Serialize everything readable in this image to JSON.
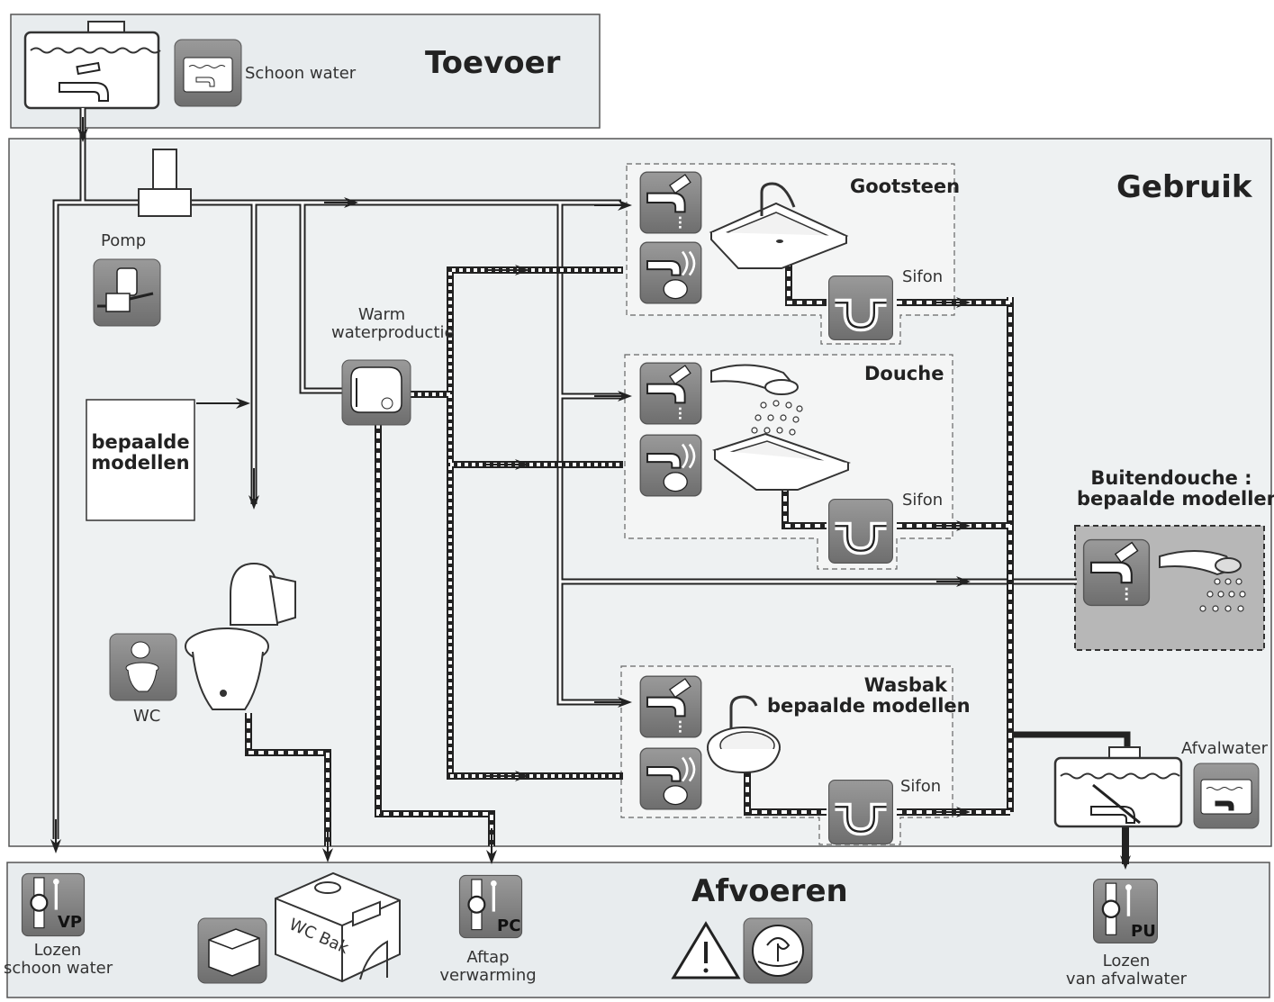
{
  "sections": {
    "supply": "Toevoer",
    "use": "Gebruik",
    "drain": "Afvoeren"
  },
  "supply": {
    "tank_label": "Schoon water"
  },
  "components": {
    "pump": "Pomp",
    "hot_water_line1": "Warm",
    "hot_water_line2": "waterproductie",
    "models_box_line1": "bepaalde",
    "models_box_line2": "modellen",
    "wc": "WC",
    "waste_water": "Afvalwater",
    "wc_tank": "WC Bak"
  },
  "fixtures": {
    "sink": {
      "title": "Gootsteen",
      "siphon": "Sifon"
    },
    "shower": {
      "title": "Douche",
      "siphon": "Sifon"
    },
    "washbasin": {
      "title_line1": "Wasbak",
      "title_line2": "bepaalde modellen",
      "siphon": "Sifon"
    },
    "outdoor_shower": {
      "title_line1": "Buitendouche :",
      "title_line2": "bepaalde modellen"
    }
  },
  "valves": {
    "vp": {
      "code": "VP",
      "line1": "Lozen",
      "line2": "schoon water"
    },
    "pc": {
      "code": "PC",
      "line1": "Aftap",
      "line2": "verwarming"
    },
    "pu": {
      "code": "PU",
      "line1": "Lozen",
      "line2": "van afvalwater"
    }
  },
  "icons": {
    "tap": "tap-icon",
    "mixer": "mixer-tap-icon",
    "siphon": "siphon-icon",
    "pump": "pump-icon",
    "boiler": "boiler-icon",
    "toilet": "toilet-icon",
    "warning": "warning-icon",
    "environment": "environment-icon",
    "tank": "tank-icon",
    "valve": "drain-valve-icon"
  },
  "colors": {
    "panel_fill": "#e8ecee",
    "icon_tile": "#8a8a8a",
    "pipe": "#222222"
  }
}
